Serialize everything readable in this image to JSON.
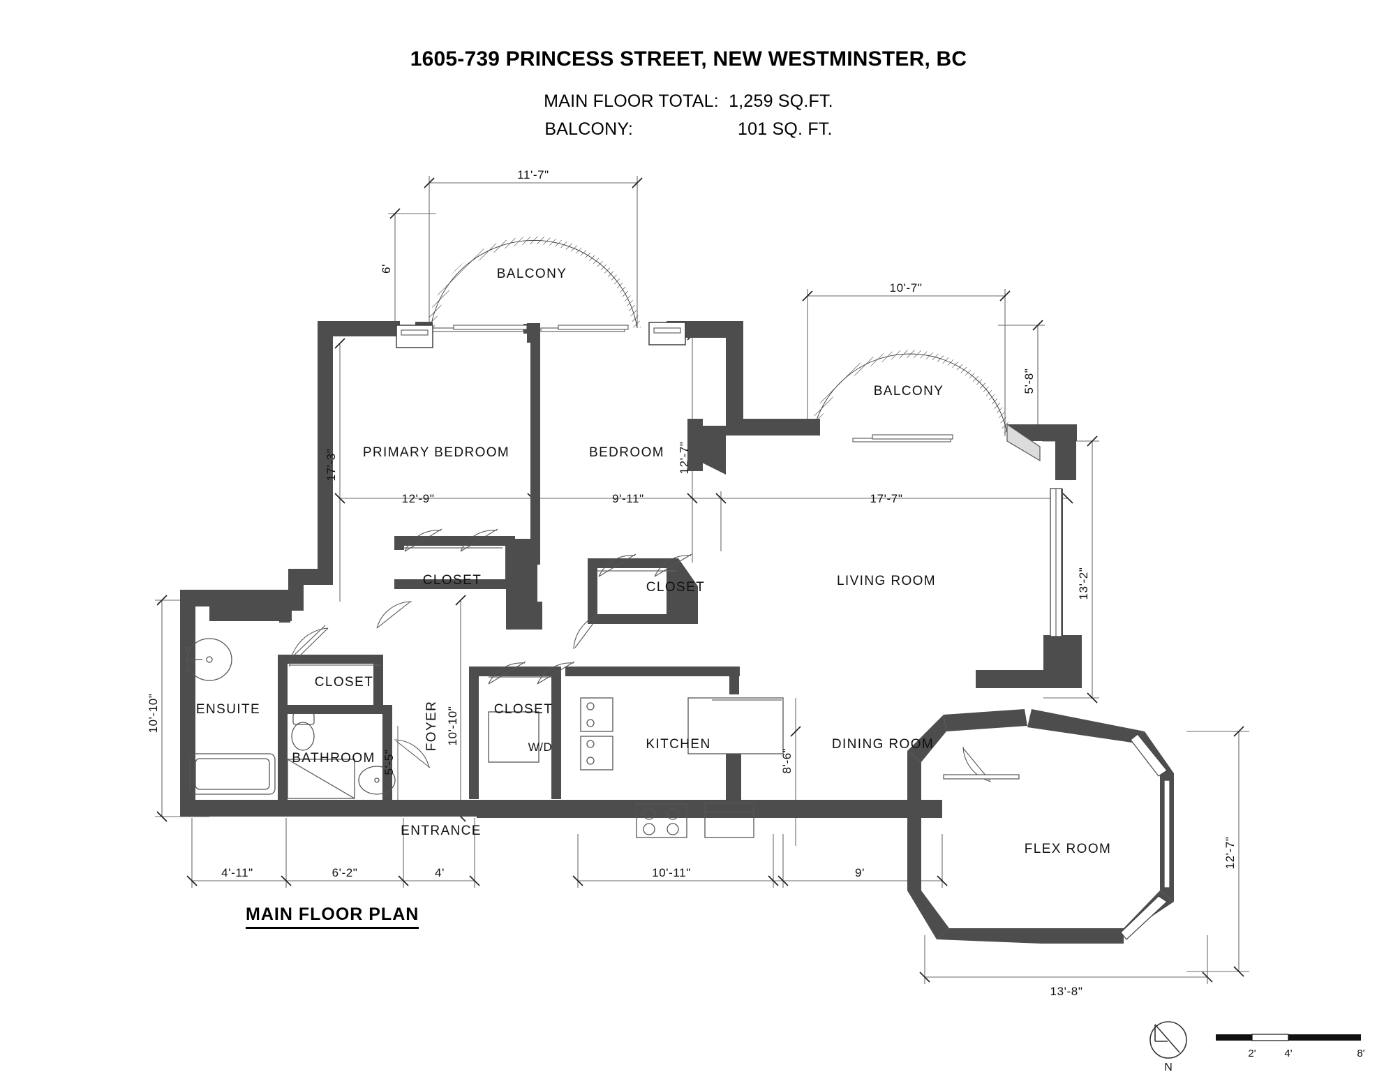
{
  "header": {
    "title": "1605-739 PRINCESS STREET, NEW WESTMINSTER, BC",
    "line_main_floor": "MAIN FLOOR TOTAL:  1,259 SQ.FT.",
    "line_balcony": "BALCONY:                     101 SQ. FT."
  },
  "plan": {
    "label": "MAIN FLOOR PLAN"
  },
  "rooms": {
    "balcony_left": "BALCONY",
    "balcony_right": "BALCONY",
    "primary_bedroom": "PRIMARY BEDROOM",
    "bedroom": "BEDROOM",
    "closet_primary": "CLOSET",
    "closet_bedroom": "CLOSET",
    "living_room": "LIVING ROOM",
    "ensuite": "ENSUITE",
    "bathroom": "BATHROOM",
    "closet_ensuite": "CLOSET",
    "foyer": "FOYER",
    "closet_foyer": "CLOSET",
    "kitchen": "KITCHEN",
    "dining_room": "DINING ROOM",
    "flex_room": "FLEX ROOM",
    "entrance": "ENTRANCE",
    "wd": "W/D"
  },
  "dimensions": {
    "balcony_left_width": "11'-7\"",
    "balcony_left_depth": "6'",
    "balcony_right_width": "10'-7\"",
    "balcony_right_depth": "5'-8\"",
    "primary_bedroom_depth": "17'-3\"",
    "primary_bedroom_width": "12'-9\"",
    "bedroom_width": "9'-11\"",
    "bedroom_depth": "12'-7\"",
    "living_room_width": "17'-7\"",
    "living_room_depth": "13'-2\"",
    "ensuite_depth": "10'-10\"",
    "bathroom_depth": "5'-5\"",
    "foyer_depth": "10'-10\"",
    "ensuite_width": "4'-11\"",
    "bathroom_width": "6'-2\"",
    "entrance_width": "4'",
    "kitchen_width": "10'-11\"",
    "dining_width": "9'",
    "dining_depth": "8'-6\"",
    "flex_depth": "12'-7\"",
    "flex_width": "13'-8\""
  },
  "scale_bar": {
    "tick_2": "2'",
    "tick_4": "4'",
    "tick_8": "8'"
  },
  "compass": {
    "label": "N"
  },
  "colors": {
    "wall": "#4d4d4d",
    "line": "#1a1a1a",
    "dim_line": "#6a6a6a",
    "text": "#111111"
  }
}
